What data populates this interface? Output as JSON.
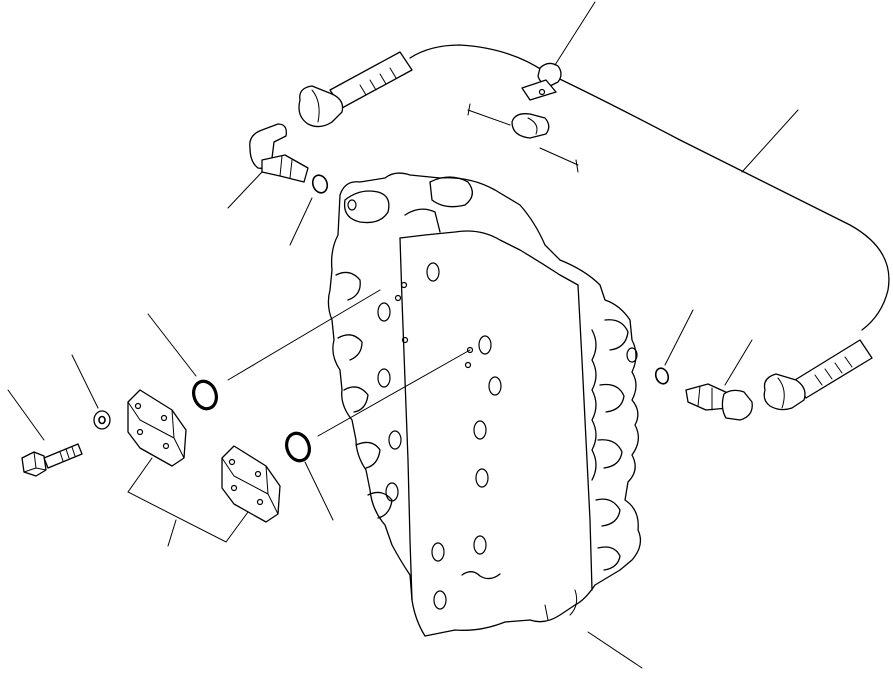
{
  "diagram": {
    "kind": "exploded parts diagram",
    "palette": {
      "line": "#000000",
      "background": "#ffffff"
    },
    "parts": [
      "control-valve-body",
      "hose-upper",
      "hose-lower",
      "hose-clamp",
      "hose-clamp-loose",
      "elbow-fitting-upper",
      "elbow-fitting-lower",
      "o-ring-small-upper",
      "o-ring-small-lower",
      "o-ring-cover-upper",
      "o-ring-cover-lower",
      "cover-plate-upper",
      "cover-plate-lower",
      "bolt",
      "washer"
    ],
    "labels": []
  }
}
